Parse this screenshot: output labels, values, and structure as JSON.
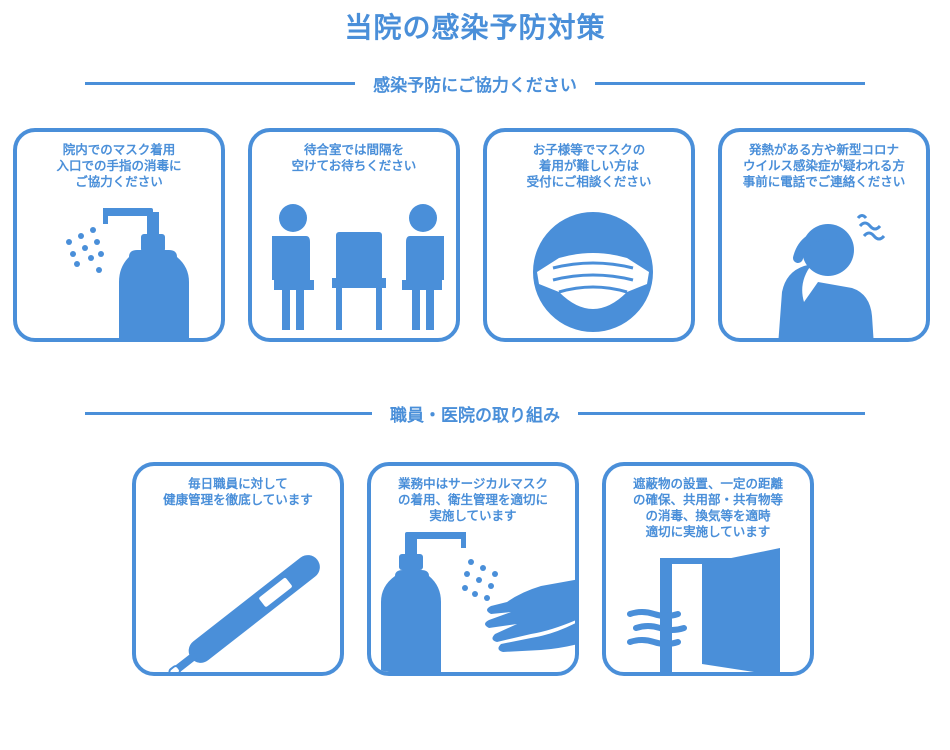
{
  "title": "当院の感染予防対策",
  "sections": [
    {
      "heading": "感染予防にご協力ください",
      "cards": [
        {
          "text": "院内でのマスク着用\n入口での手指の消毒に\nご協力ください",
          "icon": "hand-sanitizer-icon"
        },
        {
          "text": "待合室では間隔を\n空けてお待ちください",
          "icon": "waiting-room-icon"
        },
        {
          "text": "お子様等でマスクの\n着用が難しい方は\n受付にご相談ください",
          "icon": "face-mask-icon"
        },
        {
          "text": "発熱がある方や新型コロナ\nウイルス感染症が疑われる方\n事前に電話でご連絡ください",
          "icon": "fever-person-icon"
        }
      ]
    },
    {
      "heading": "職員・医院の取り組み",
      "cards": [
        {
          "text": "毎日職員に対して\n健康管理を徹底しています",
          "icon": "thermometer-icon"
        },
        {
          "text": "業務中はサージカルマスク\nの着用、衛生管理を適切に\n実施しています",
          "icon": "hand-washing-icon"
        },
        {
          "text": "遮蔽物の設置、一定の距離\nの確保、共用部・共有物等\nの消毒、換気等を適時\n適切に実施しています",
          "icon": "ventilation-window-icon"
        }
      ]
    }
  ],
  "colors": {
    "accent": "#4a8fd9",
    "background": "#ffffff"
  }
}
